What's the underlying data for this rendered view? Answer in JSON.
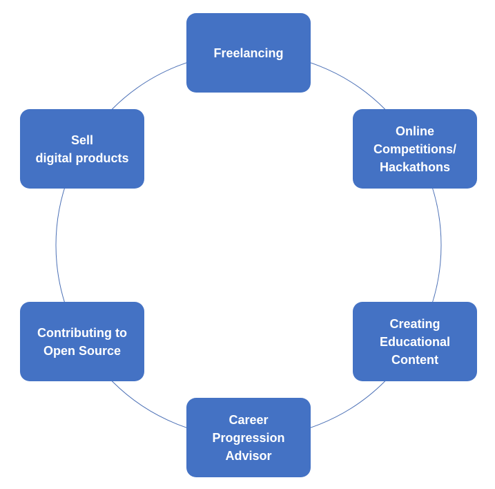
{
  "diagram": {
    "nodes": [
      {
        "id": "freelancing",
        "label": "Freelancing"
      },
      {
        "id": "online-competitions",
        "label": "Online\nCompetitions/\nHackathons"
      },
      {
        "id": "creating-educational-content",
        "label": "Creating\nEducational\nContent"
      },
      {
        "id": "career-progression-advisor",
        "label": "Career\nProgression\nAdvisor"
      },
      {
        "id": "contributing-to-open-source",
        "label": "Contributing to\nOpen Source"
      },
      {
        "id": "sell-digital-products",
        "label": "Sell\ndigital products"
      }
    ],
    "colors": {
      "node_fill": "#4472c4",
      "node_text": "#ffffff",
      "connector": "#4a6fb5"
    }
  }
}
